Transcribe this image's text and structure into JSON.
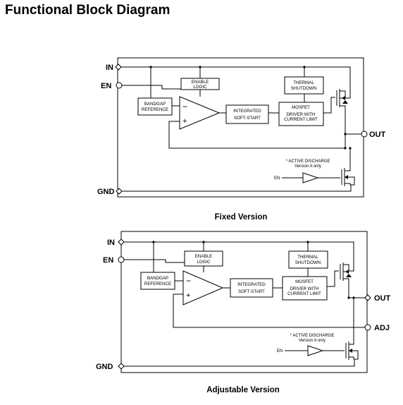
{
  "title": "Functional Block Diagram",
  "fixed": {
    "caption": "Fixed Version",
    "pins": {
      "in": "IN",
      "en": "EN",
      "gnd": "GND",
      "out": "OUT"
    },
    "blocks": {
      "enable": [
        "ENABLE",
        "LOGIC"
      ],
      "thermal": [
        "THERMAL",
        "SHUTDOWN"
      ],
      "bandgap": [
        "BANDGAP",
        "REFERENCE"
      ],
      "softstart": [
        "INTEGRATED",
        "SOFT-START"
      ],
      "mosfet": [
        "MOSFET",
        "DRIVER WITH",
        "CURRENT LIMIT"
      ]
    },
    "amp": {
      "minus": "−",
      "plus": "+"
    },
    "note": [
      "* ACTIVE DISCHARGE",
      "Version A only"
    ],
    "en_label": "EN"
  },
  "adjustable": {
    "caption": "Adjustable Version",
    "pins": {
      "in": "IN",
      "en": "EN",
      "gnd": "GND",
      "out": "OUT",
      "adj": "ADJ"
    },
    "blocks": {
      "enable": [
        "ENABLE",
        "LOGIC"
      ],
      "thermal": [
        "THERMAL",
        "SHUTDOWN"
      ],
      "bandgap": [
        "BANDGAP",
        "REFERENCE"
      ],
      "softstart": [
        "INTEGRATED",
        "SOFT-START"
      ],
      "mosfet": [
        "MOSFET",
        "DRIVER WITH",
        "CURRENT LIMIT"
      ]
    },
    "amp": {
      "minus": "−",
      "plus": "+"
    },
    "note": [
      "* ACTIVE DISCHARGE",
      "Version A only"
    ],
    "en_label": "EN"
  }
}
